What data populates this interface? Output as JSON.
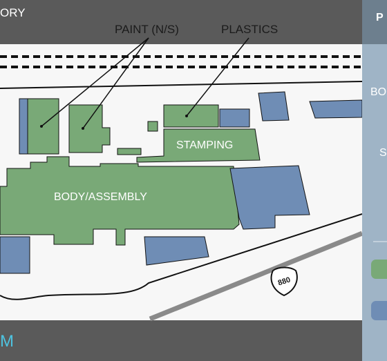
{
  "header": {
    "title_fragment": "ORY"
  },
  "footer": {
    "brand_fragment": "M"
  },
  "map": {
    "labels": {
      "paint": "PAINT (N/S)",
      "plastics": "PLASTICS",
      "stamping": "STAMPING",
      "body_assembly": "BODY/ASSEMBLY",
      "highway": "880"
    }
  },
  "sidebar": {
    "heading_fragment": "P",
    "item_1_fragment": "BO",
    "item_2_fragment": "S"
  },
  "colors": {
    "header_bar": "#5a5a5a",
    "map_background": "#f7f7f7",
    "building_green": "#79a977",
    "building_blue": "#6f8db5",
    "sidebar_bg": "#9fb4c6",
    "highway_gray": "#8a8a8a"
  }
}
